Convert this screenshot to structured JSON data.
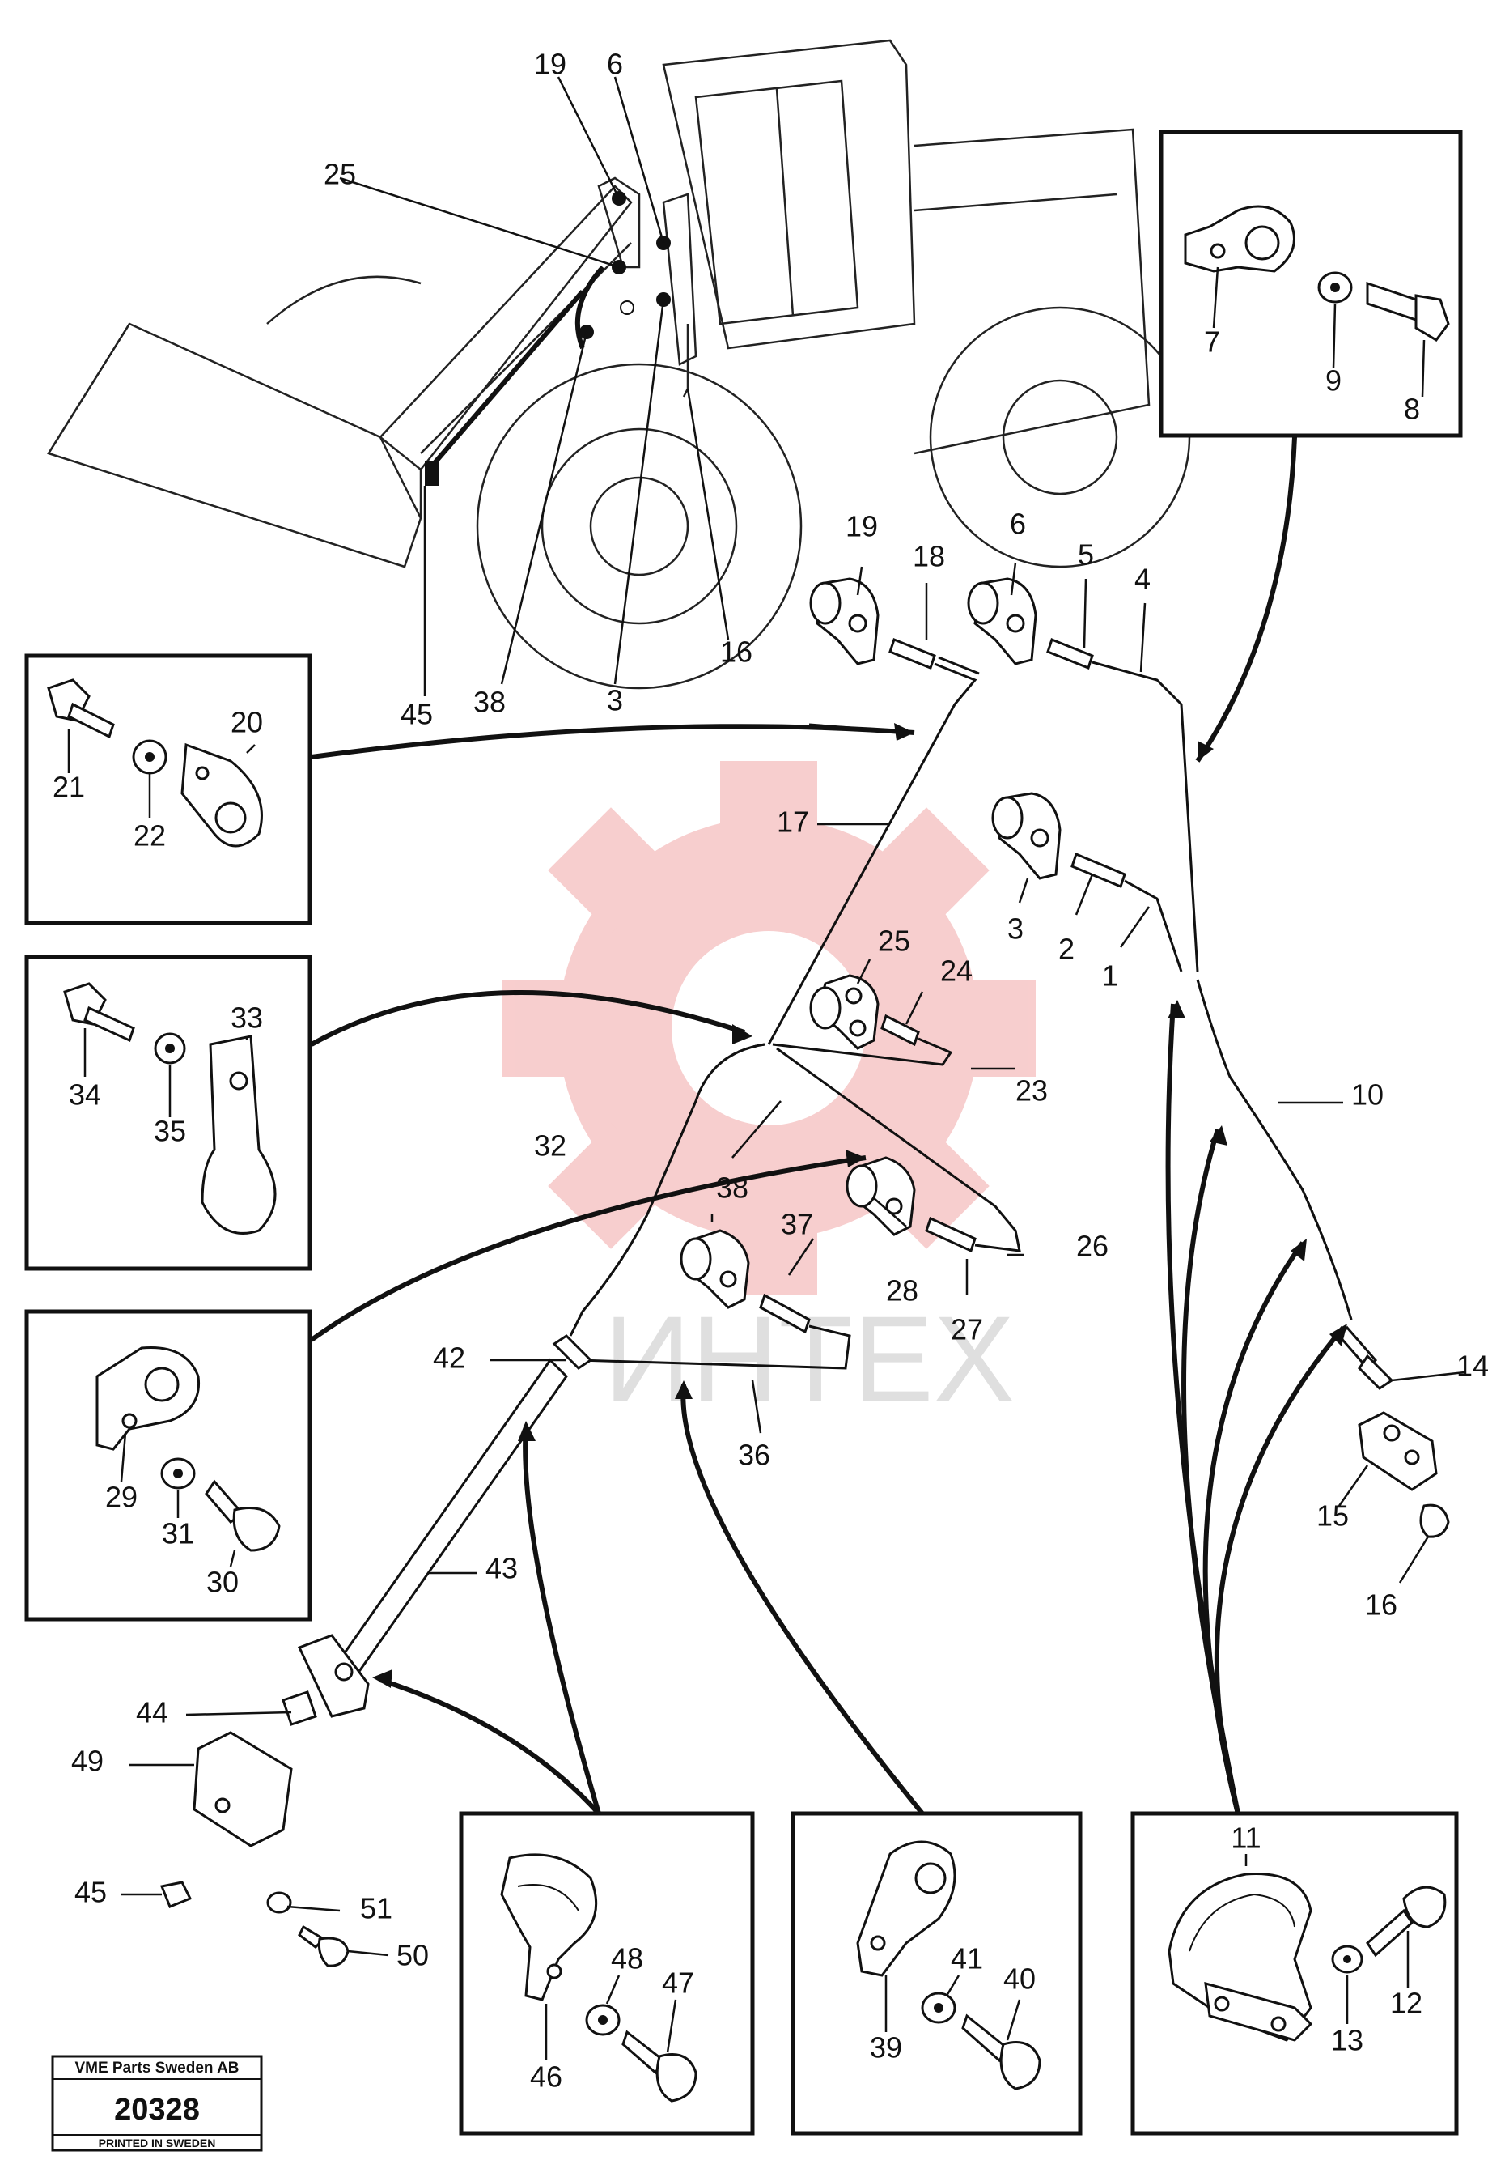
{
  "watermark": {
    "text": "ИНТЕХ",
    "gear_color": "#f7c9c9"
  },
  "stamp": {
    "title": "VME Parts Sweden AB",
    "number": "20328",
    "footer": "PRINTED IN SWEDEN"
  },
  "callouts": {
    "c1": "1",
    "c2": "2",
    "c3": "3",
    "c3b": "3",
    "c4": "4",
    "c5": "5",
    "c6": "6",
    "c6b": "6",
    "c7": "7",
    "c8": "8",
    "c9": "9",
    "c10": "10",
    "c11": "11",
    "c12": "12",
    "c13": "13",
    "c14": "14",
    "c15": "15",
    "c16": "16",
    "c16b": "16",
    "c17": "17",
    "c18": "18",
    "c19": "19",
    "c19b": "19",
    "c20": "20",
    "c21": "21",
    "c22": "22",
    "c23": "23",
    "c24": "24",
    "c25": "25",
    "c25b": "25",
    "c26": "26",
    "c27": "27",
    "c28": "28",
    "c29": "29",
    "c30": "30",
    "c31": "31",
    "c32": "32",
    "c33": "33",
    "c34": "34",
    "c35": "35",
    "c36": "36",
    "c37": "37",
    "c38": "38",
    "c38b": "38",
    "c39": "39",
    "c40": "40",
    "c41": "41",
    "c42": "42",
    "c43": "43",
    "c44": "44",
    "c45": "45",
    "c45b": "45",
    "c46": "46",
    "c47": "47",
    "c48": "48",
    "c49": "49",
    "c50": "50",
    "c51": "51"
  }
}
